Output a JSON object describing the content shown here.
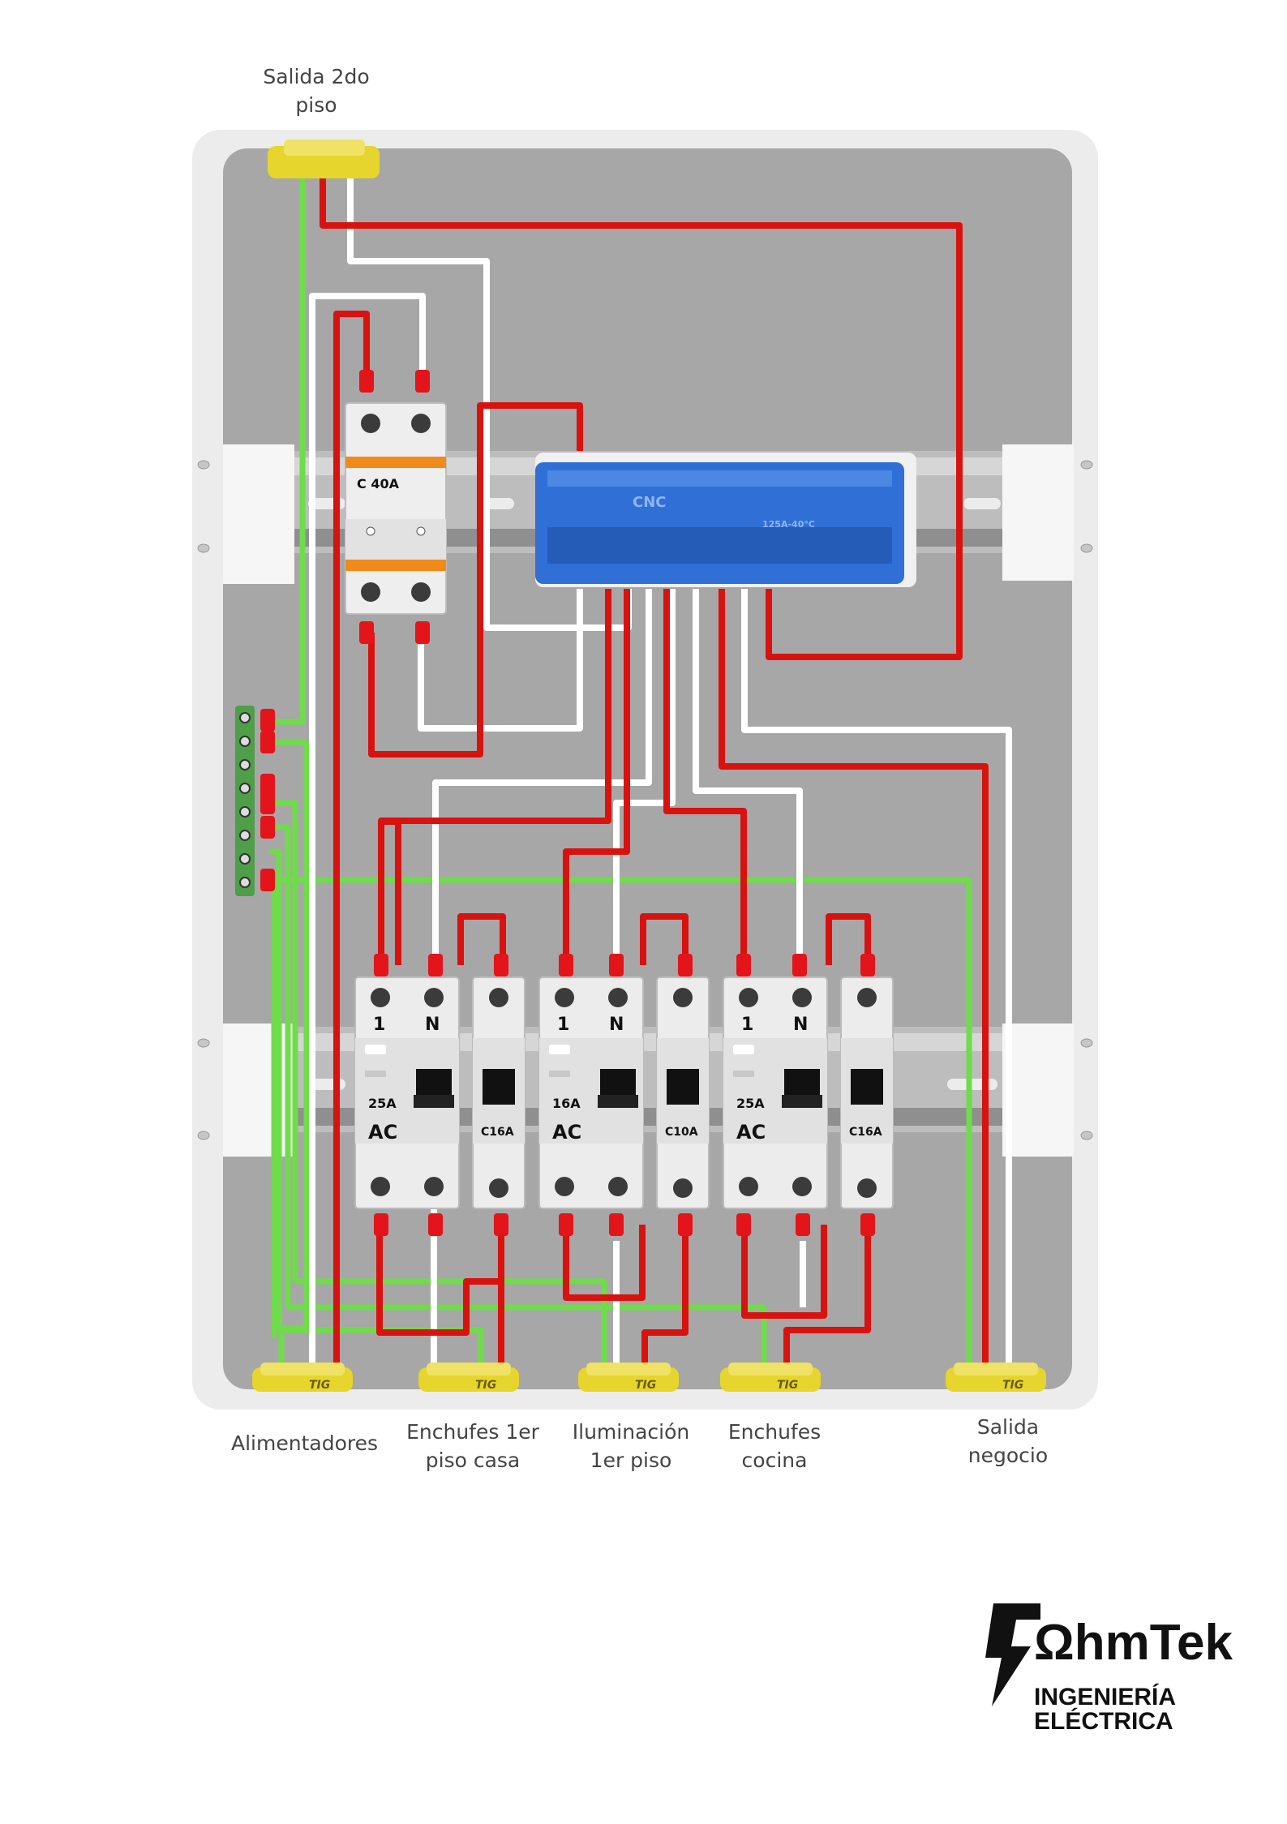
{
  "labels": {
    "top_output": "Salida 2do\npiso",
    "feeders": "Alimentadores",
    "outlets_house": "Enchufes 1er\npiso casa",
    "lighting": "Iluminación\n1er piso",
    "outlets_kitchen": "Enchufes\ncocina",
    "business_output": "Salida\nnegocio"
  },
  "main_breaker": {
    "rating": "C 40A"
  },
  "distribution_block": {
    "brand": "CNC",
    "rating": "125A-40°C"
  },
  "rcds": [
    {
      "rating": "25A",
      "type": "AC",
      "pole1": "1",
      "pole2": "N"
    },
    {
      "rating": "16A",
      "type": "AC",
      "pole1": "1",
      "pole2": "N"
    },
    {
      "rating": "25A",
      "type": "AC",
      "pole1": "1",
      "pole2": "N"
    }
  ],
  "mcbs": [
    {
      "rating": "C16A"
    },
    {
      "rating": "C10A"
    },
    {
      "rating": "C16A"
    }
  ],
  "gland_text": "TIG",
  "logo": {
    "name": "ΩhmTek",
    "line1": "INGENIERÍA",
    "line2": "ELÉCTRICA"
  },
  "colors": {
    "phase": "#d8120f",
    "neutral": "#ffffff",
    "earth": "#6fdc4a",
    "panel": "#a7a7a7",
    "gland": "#e6d52c",
    "block": "#2f6fd6"
  }
}
